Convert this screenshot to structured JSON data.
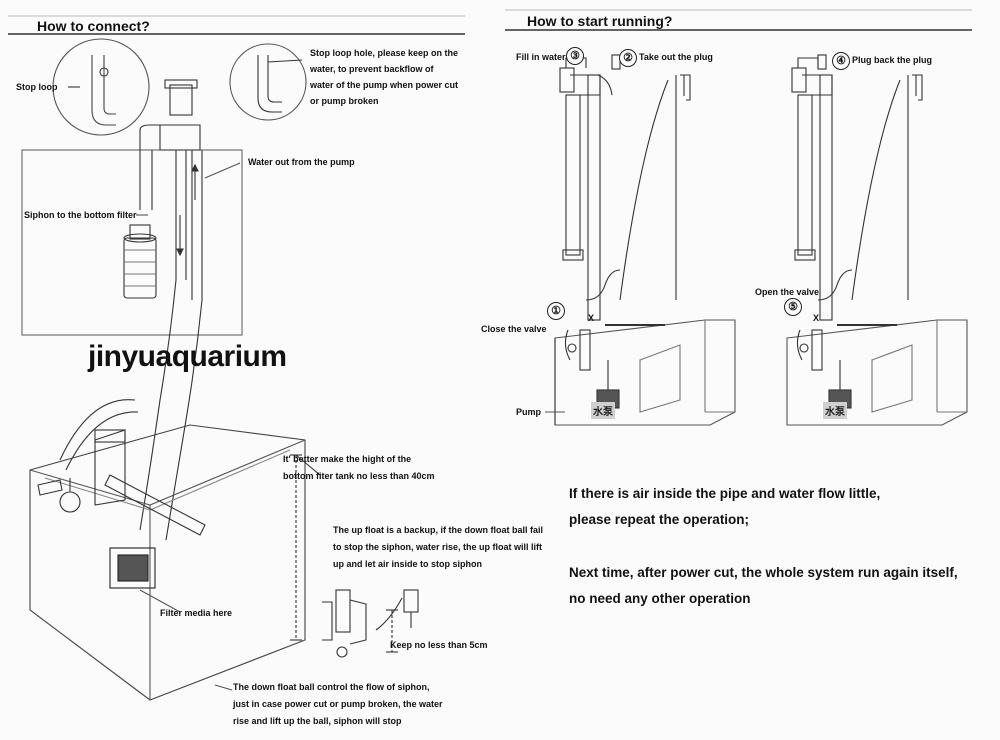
{
  "left": {
    "header": "How to connect?",
    "labels": {
      "stop_loop": "Stop loop",
      "stop_loop_hole_1": "Stop loop hole, please keep on the",
      "stop_loop_hole_2": "water, to prevent backflow of",
      "stop_loop_hole_3": "water of the pump when power cut",
      "stop_loop_hole_4": "or pump broken",
      "water_out": "Water out from the pump",
      "siphon": "Siphon to the bottom filter",
      "brand": "jinyuaquarium",
      "height_1": "It' better make the hight of the",
      "height_2": "bottom fiter tank no less than 40cm",
      "upfloat_1": "The up float is a backup, if the down float ball fail",
      "upfloat_2": "to stop the siphon, water rise, the up float will lift",
      "upfloat_3": "up and let air inside to stop siphon",
      "filter_media": "Filter media here",
      "keep_5cm": "Keep no less than 5cm",
      "downfloat_1": "The down float ball control the flow of siphon,",
      "downfloat_2": "just in case power cut or pump broken, the water",
      "downfloat_3": "rise and lift up the ball, siphon will stop"
    }
  },
  "right": {
    "header": "How to start running?",
    "steps": {
      "fill_num": "③",
      "fill_label": "Fill in water",
      "take_num": "②",
      "take_label": "Take out the plug",
      "plug_num": "④",
      "plug_label": "Plug back the plug",
      "close_num": "①",
      "close_label": "Close the valve",
      "open_num": "⑤",
      "open_label": "Open the valve",
      "pump_label": "Pump",
      "pump_cn_1": "水泵",
      "pump_cn_2": "水泵",
      "x_mark_1": "X",
      "x_mark_2": "X"
    },
    "notes": {
      "line1": "If there is air inside the pipe and water flow little,",
      "line2": "please repeat the operation;",
      "line3": "Next time, after power cut, the whole system run again itself,",
      "line4": "no need any other operation"
    }
  }
}
